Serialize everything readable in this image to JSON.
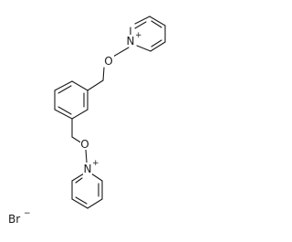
{
  "structure": {
    "atoms": {
      "top_n": {
        "symbol": "N",
        "charge": "+"
      },
      "top_o": {
        "symbol": "O"
      },
      "bottom_n": {
        "symbol": "N",
        "charge": "+"
      },
      "bottom_o": {
        "symbol": "O"
      }
    },
    "counterion": {
      "symbol": "Br",
      "charge": "−"
    }
  },
  "colors": {
    "line": "#1a1a1a",
    "background": "#ffffff"
  }
}
